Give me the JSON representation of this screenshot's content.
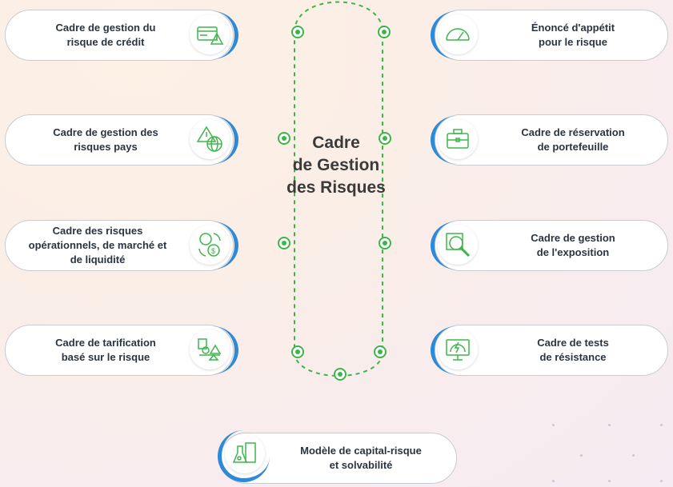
{
  "center": {
    "title": [
      "Cadre",
      "de Gestion",
      "des Risques"
    ]
  },
  "left_cards": [
    {
      "lines": [
        "Cadre de gestion du",
        "risque de crédit"
      ],
      "icon": "credit-card-warning-icon"
    },
    {
      "lines": [
        "Cadre de gestion des",
        "risques pays"
      ],
      "icon": "globe-warning-icon"
    },
    {
      "lines": [
        "Cadre des risques",
        "opérationnels, de marché et",
        "de liquidité"
      ],
      "icon": "coins-cycle-icon"
    },
    {
      "lines": [
        "Cadre de tarification",
        "basé sur le risque"
      ],
      "icon": "money-scale-icon"
    }
  ],
  "right_cards": [
    {
      "lines": [
        "Énoncé d'appétit",
        "pour le risque"
      ],
      "icon": "gauge-icon"
    },
    {
      "lines": [
        "Cadre de réservation",
        "de portefeuille"
      ],
      "icon": "briefcase-icon"
    },
    {
      "lines": [
        "Cadre de gestion",
        "de l'exposition"
      ],
      "icon": "magnifier-chart-icon"
    },
    {
      "lines": [
        "Cadre de tests",
        "de résistance"
      ],
      "icon": "stress-monitor-icon"
    }
  ],
  "bottom_card": {
    "lines": [
      "Modèle de capital-risque",
      "et solvabilité"
    ],
    "icon": "capital-flask-icon"
  },
  "colors": {
    "accent_blue": "#2d8ad6",
    "accent_green": "#3db54a",
    "text": "#2b3440"
  }
}
